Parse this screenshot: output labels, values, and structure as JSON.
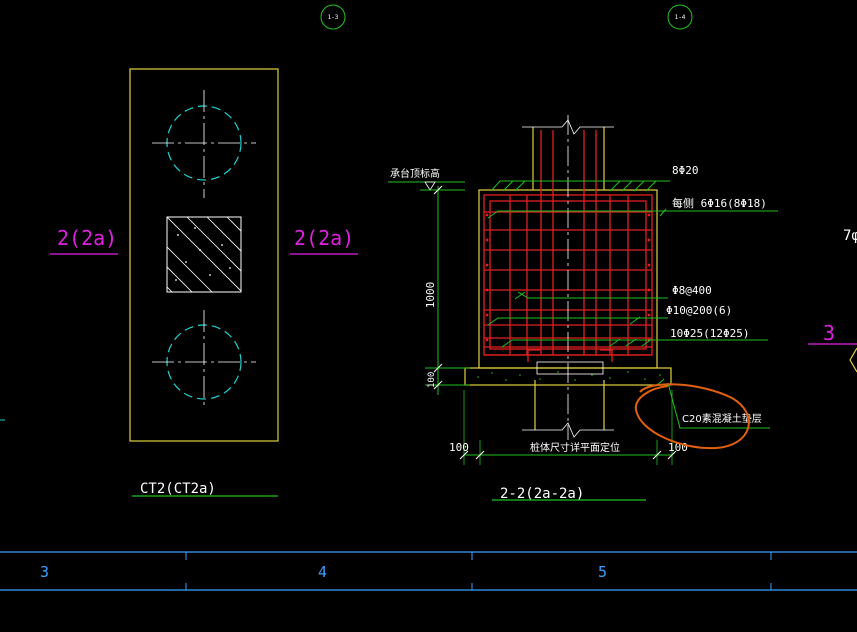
{
  "grid_bubbles": [
    "1-3",
    "1-4"
  ],
  "plan": {
    "title": "CT2(CT2a)",
    "section_mark_left": "2(2a)",
    "section_mark_right": "2(2a)"
  },
  "section": {
    "title": "2-2(2a-2a)",
    "top_elevation_label": "承台顶标高",
    "height_dim": "1000",
    "cushion_dim": "100",
    "left_offset_dim": "100",
    "right_offset_dim": "100",
    "pile_note": "桩体尺寸详平面定位",
    "cushion_note": "C20素混凝土垫层",
    "rebar_labels": [
      "8Φ20",
      "每侧 6Φ16(8Φ18)",
      "Φ8@400",
      "Φ10@200(6)",
      "10Φ25(12Φ25)"
    ]
  },
  "right_partial": {
    "text_top": "7φ",
    "section_mark": "3"
  },
  "axis_labels": [
    "3",
    "4",
    "5"
  ],
  "colors": {
    "background": "#000000",
    "outline_yellow": "#e0d040",
    "rebar_red": "#e02020",
    "leader_green": "#20c020",
    "pile_cyan": "#20d0d0",
    "section_magenta": "#e020e0",
    "axis_blue": "#3aa0ff",
    "annotation_orange": "#e06010"
  }
}
